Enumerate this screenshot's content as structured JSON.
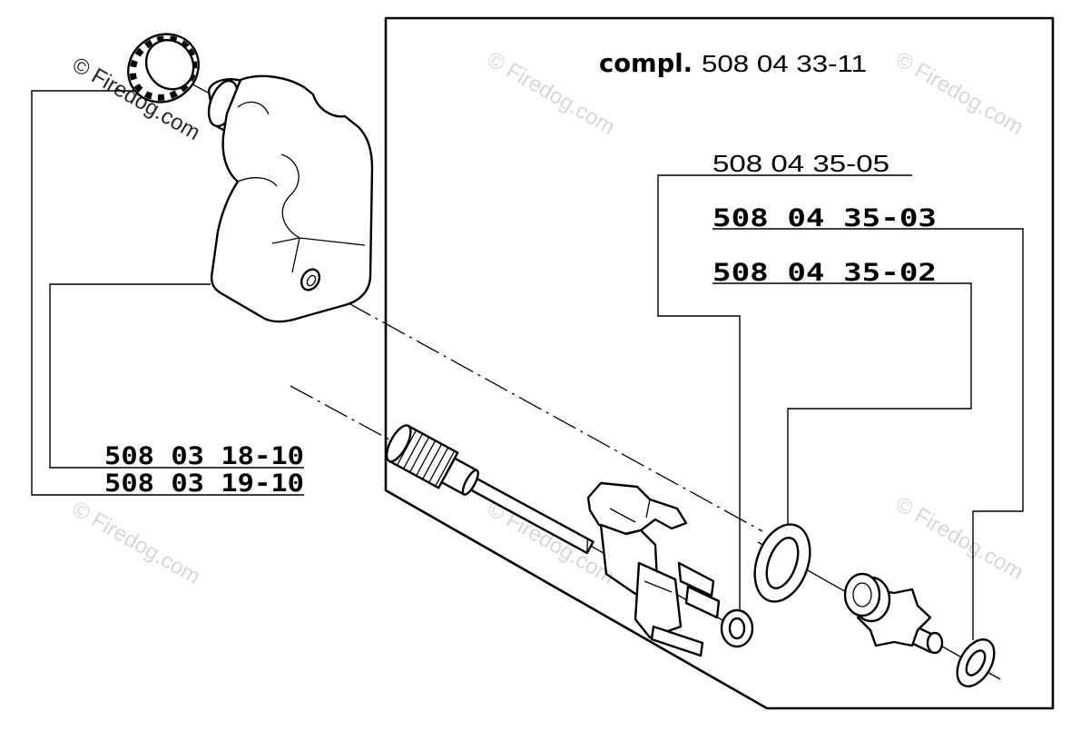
{
  "assembly": {
    "label": "compl.",
    "number": "508 04 33-11"
  },
  "callouts": {
    "upper_right_1": "508 04 35-05",
    "upper_right_2": "508 04 35-03",
    "upper_right_3": "508 04 35-02",
    "left_1": "508 03 18-10",
    "left_2": "508 03 19-10"
  },
  "watermark": "© Firedog.com",
  "colors": {
    "ink": "#000000",
    "background": "#ffffff"
  }
}
